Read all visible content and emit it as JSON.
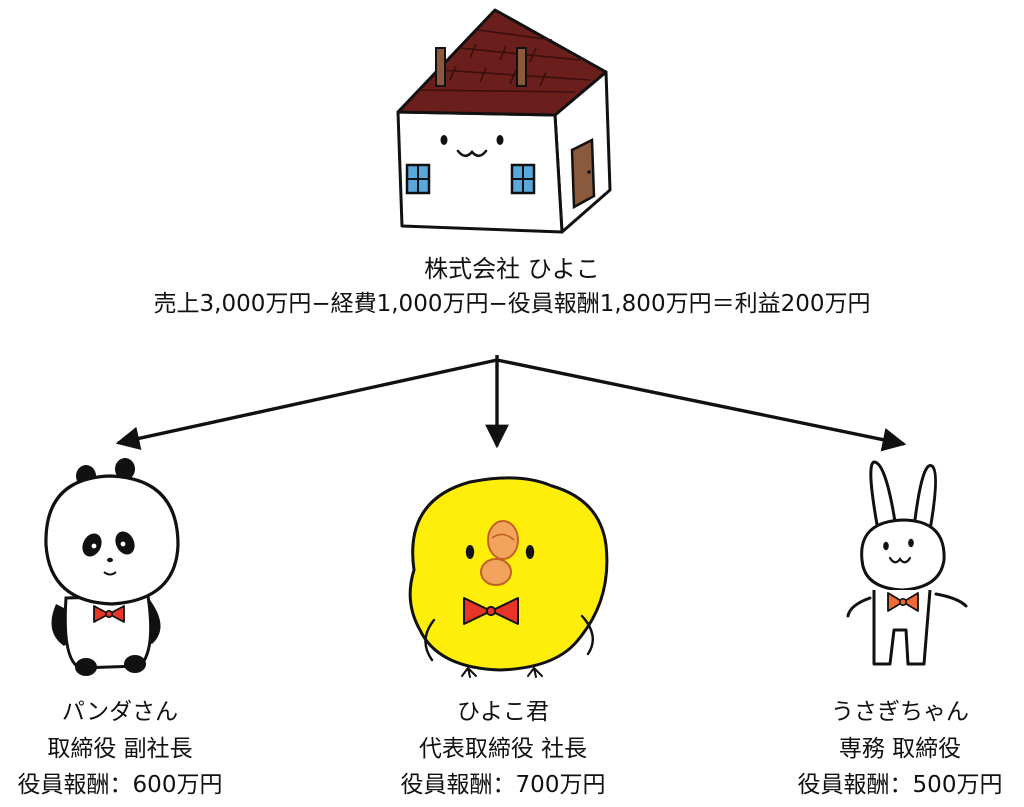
{
  "colors": {
    "roof": "#6b1f1c",
    "chick_yellow": "#ffee0a",
    "bowtie": "#e8352a",
    "window": "#58a8dc",
    "door": "#8b5a3c",
    "ink": "#111111"
  },
  "company": {
    "name": "株式会社 ひよこ",
    "formula": "売上3,000万円−経費1,000万円−役員報酬1,800万円＝利益200万円"
  },
  "members": [
    {
      "name": "パンダさん",
      "role": "取締役 副社長",
      "compensation": "役員報酬：600万円",
      "character": "panda-icon"
    },
    {
      "name": "ひよこ君",
      "role": "代表取締役 社長",
      "compensation": "役員報酬：700万円",
      "character": "chick-icon"
    },
    {
      "name": "うさぎちゃん",
      "role": "専務 取締役",
      "compensation": "役員報酬：500万円",
      "character": "rabbit-icon"
    }
  ]
}
